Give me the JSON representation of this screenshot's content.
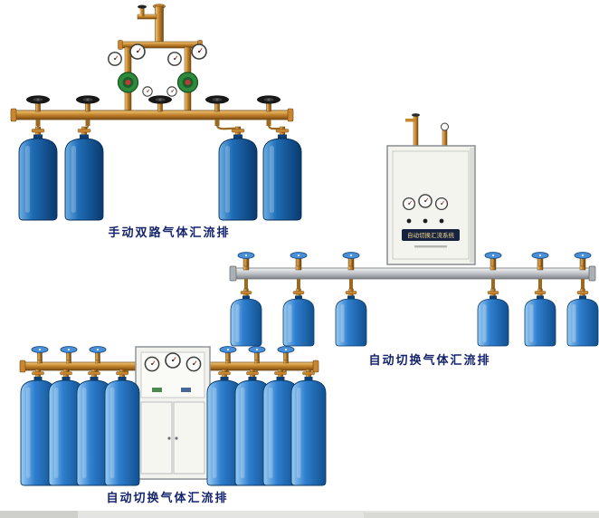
{
  "page": {
    "background_color": "#ffffff"
  },
  "products": [
    {
      "caption": "手动双路气体汇流排"
    },
    {
      "caption": "自动切换气体汇流排"
    },
    {
      "caption": "自动切换气体汇流排"
    }
  ],
  "cabinet": {
    "label": "自动切换汇流系统"
  },
  "colors": {
    "caption_text": "#15246d",
    "brass_pipe": "#c8872f",
    "cylinder_blue_dark": "#1e6cb5",
    "cylinder_blue_light": "#2f7fd0",
    "aluminum_pipe": "#bfc3c7",
    "handwheel_black": "#181818",
    "handwheel_blue": "#4a90d9",
    "regulator_green": "#2e8b3e",
    "cabinet_body": "#f4f4ef"
  }
}
